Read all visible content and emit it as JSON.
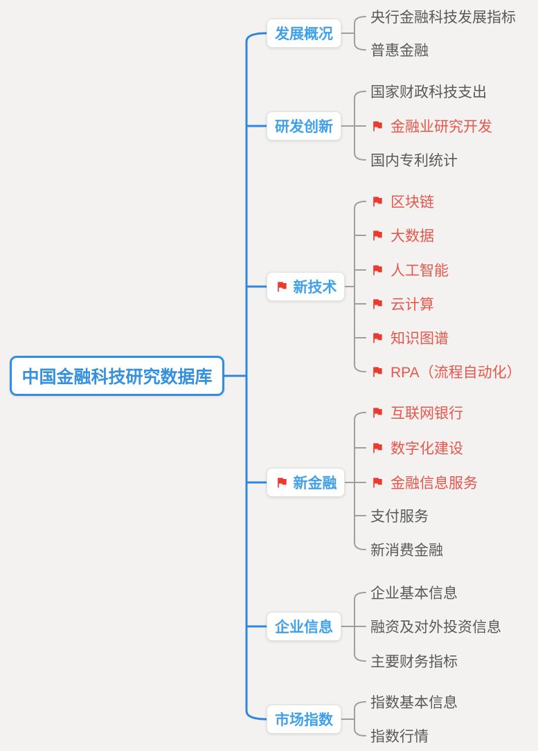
{
  "root": {
    "label": "中国金融科技研究数据库"
  },
  "colors": {
    "background": "#f3f2f0",
    "accent_blue_line": "#2e87dd",
    "root_border_blue": "#2e8ee2",
    "branch_text_blue": "#41a0ea",
    "flag_red": "#ea3b30",
    "highlight_text_red": "#e5574c",
    "normal_text_gray": "#58595b",
    "connector_gray": "#9e9e9e"
  },
  "branches": [
    {
      "label": "发展概况",
      "flagged": false,
      "children": [
        {
          "label": "央行金融科技发展指标",
          "flagged": false
        },
        {
          "label": "普惠金融",
          "flagged": false
        }
      ]
    },
    {
      "label": "研发创新",
      "flagged": false,
      "children": [
        {
          "label": "国家财政科技支出",
          "flagged": false
        },
        {
          "label": "金融业研究开发",
          "flagged": true
        },
        {
          "label": "国内专利统计",
          "flagged": false
        }
      ]
    },
    {
      "label": "新技术",
      "flagged": true,
      "children": [
        {
          "label": "区块链",
          "flagged": true
        },
        {
          "label": "大数据",
          "flagged": true
        },
        {
          "label": "人工智能",
          "flagged": true
        },
        {
          "label": "云计算",
          "flagged": true
        },
        {
          "label": "知识图谱",
          "flagged": true
        },
        {
          "label": "RPA（流程自动化）",
          "flagged": true
        }
      ]
    },
    {
      "label": "新金融",
      "flagged": true,
      "children": [
        {
          "label": "互联网银行",
          "flagged": true
        },
        {
          "label": "数字化建设",
          "flagged": true
        },
        {
          "label": "金融信息服务",
          "flagged": true
        },
        {
          "label": "支付服务",
          "flagged": false
        },
        {
          "label": "新消费金融",
          "flagged": false
        }
      ]
    },
    {
      "label": "企业信息",
      "flagged": false,
      "children": [
        {
          "label": "企业基本信息",
          "flagged": false
        },
        {
          "label": "融资及对外投资信息",
          "flagged": false
        },
        {
          "label": "主要财务指标",
          "flagged": false
        }
      ]
    },
    {
      "label": "市场指数",
      "flagged": false,
      "children": [
        {
          "label": "指数基本信息",
          "flagged": false
        },
        {
          "label": "指数行情",
          "flagged": false
        }
      ]
    }
  ]
}
